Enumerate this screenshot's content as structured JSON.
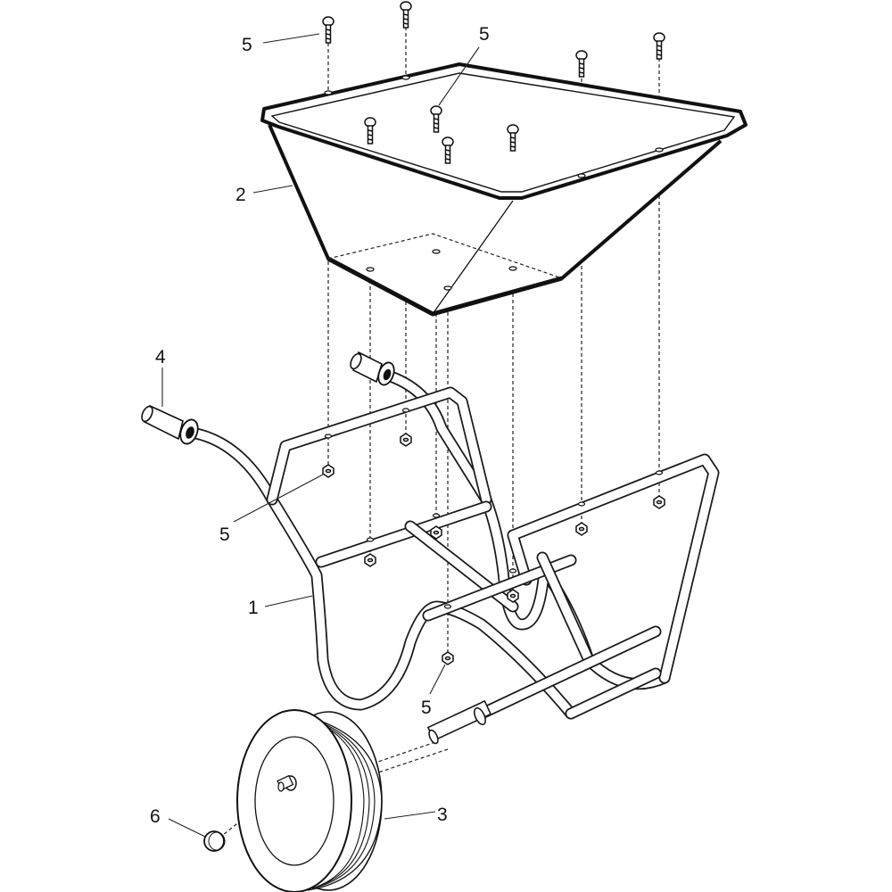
{
  "diagram": {
    "parts": [
      {
        "id": "frame",
        "label": "1"
      },
      {
        "id": "tray",
        "label": "2"
      },
      {
        "id": "wheel",
        "label": "3"
      },
      {
        "id": "grip",
        "label": "4"
      },
      {
        "id": "fasteners",
        "label": "5"
      },
      {
        "id": "hub-cap",
        "label": "6"
      }
    ],
    "callouts": {
      "label_frame": "1",
      "label_tray": "2",
      "label_wheel": "3",
      "label_grip": "4",
      "label_bolt_top_left": "5",
      "label_bolt_top_center": "5",
      "label_nut_left": "5",
      "label_nut_bottom": "5",
      "label_hub_cap": "6"
    }
  }
}
